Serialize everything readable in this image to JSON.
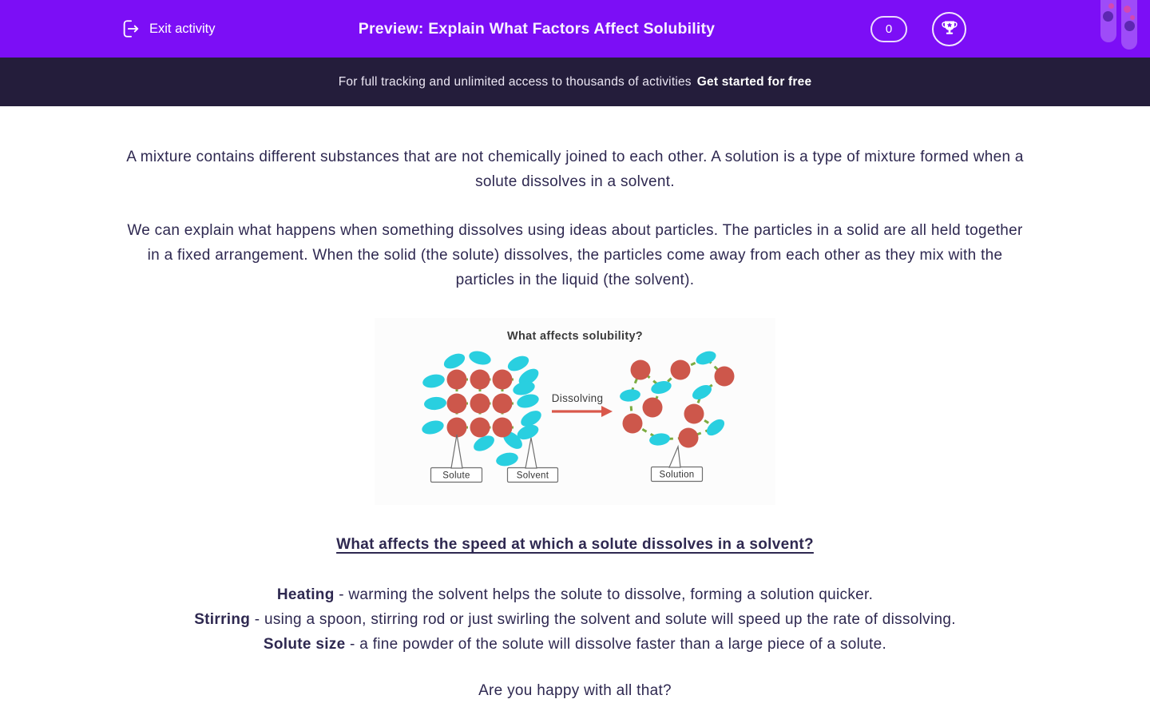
{
  "header": {
    "exit_label": "Exit activity",
    "title": "Preview: Explain What Factors Affect Solubility",
    "score": "0",
    "colors": {
      "bar": "#7c0ef6",
      "banner": "#241d3b"
    }
  },
  "banner": {
    "text": "For full tracking and unlimited access to thousands of activities",
    "cta": "Get started for free"
  },
  "content": {
    "paragraph1": "A mixture contains different substances that are not chemically joined to each other. A solution is a type of mixture formed when a solute dissolves in a solvent.",
    "paragraph2": "We can explain what happens when something dissolves using ideas about particles. The particles in a solid are all held together in a fixed arrangement. When the solid (the solute)  dissolves, the particles come away from each other as they mix with the particles in the liquid (the solvent).",
    "heading": "What affects the speed at which a solute dissolves in a solvent?",
    "factors": [
      {
        "term": "Heating",
        "text": " - warming the solvent helps the solute to dissolve, forming a solution quicker."
      },
      {
        "term": "Stirring",
        "text": " - using a spoon, stirring rod or just swirling the solvent and solute will speed up the rate of dissolving."
      },
      {
        "term": "Solute size",
        "text": " - a fine powder of the solute will dissolve faster than a large piece of a solute."
      }
    ],
    "closing": "Are you happy with all that?"
  },
  "diagram": {
    "title": "What affects solubility?",
    "arrow_label": "Dissolving",
    "labels": {
      "solute": "Solute",
      "solvent": "Solvent",
      "solution": "Solution"
    },
    "colors": {
      "solute_particle": "#cd574b",
      "solvent_particle": "#29cfe0",
      "bond": "#7cab40",
      "arrow": "#d9584b"
    }
  }
}
